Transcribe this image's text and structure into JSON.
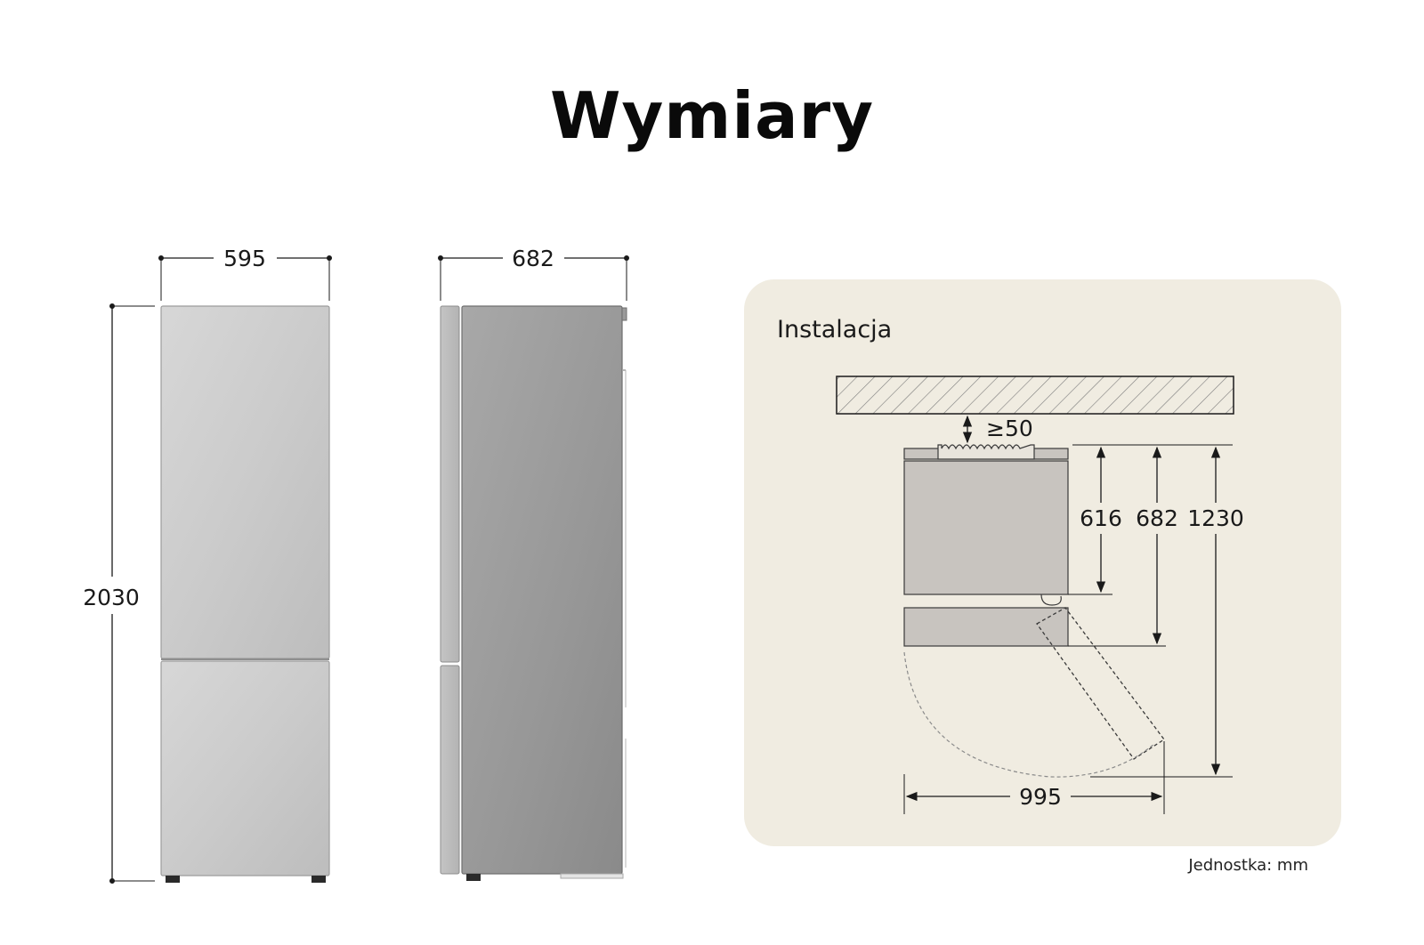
{
  "title": "Wymiary",
  "unit_note": "Jednostka: mm",
  "front_view": {
    "width": "595",
    "height": "2030"
  },
  "side_view": {
    "depth": "682"
  },
  "installation": {
    "heading": "Instalacja",
    "wall_clearance": "≥50",
    "depth_body": "616",
    "depth_with_door": "682",
    "depth_door_open": "1230",
    "width_door_open": "995"
  },
  "colors": {
    "panel_bg": "#f0ece1",
    "front_metal": "#cfcfcf",
    "side_metal": "#9a9a9a",
    "fridge_top_fill": "#c8c4bf"
  }
}
